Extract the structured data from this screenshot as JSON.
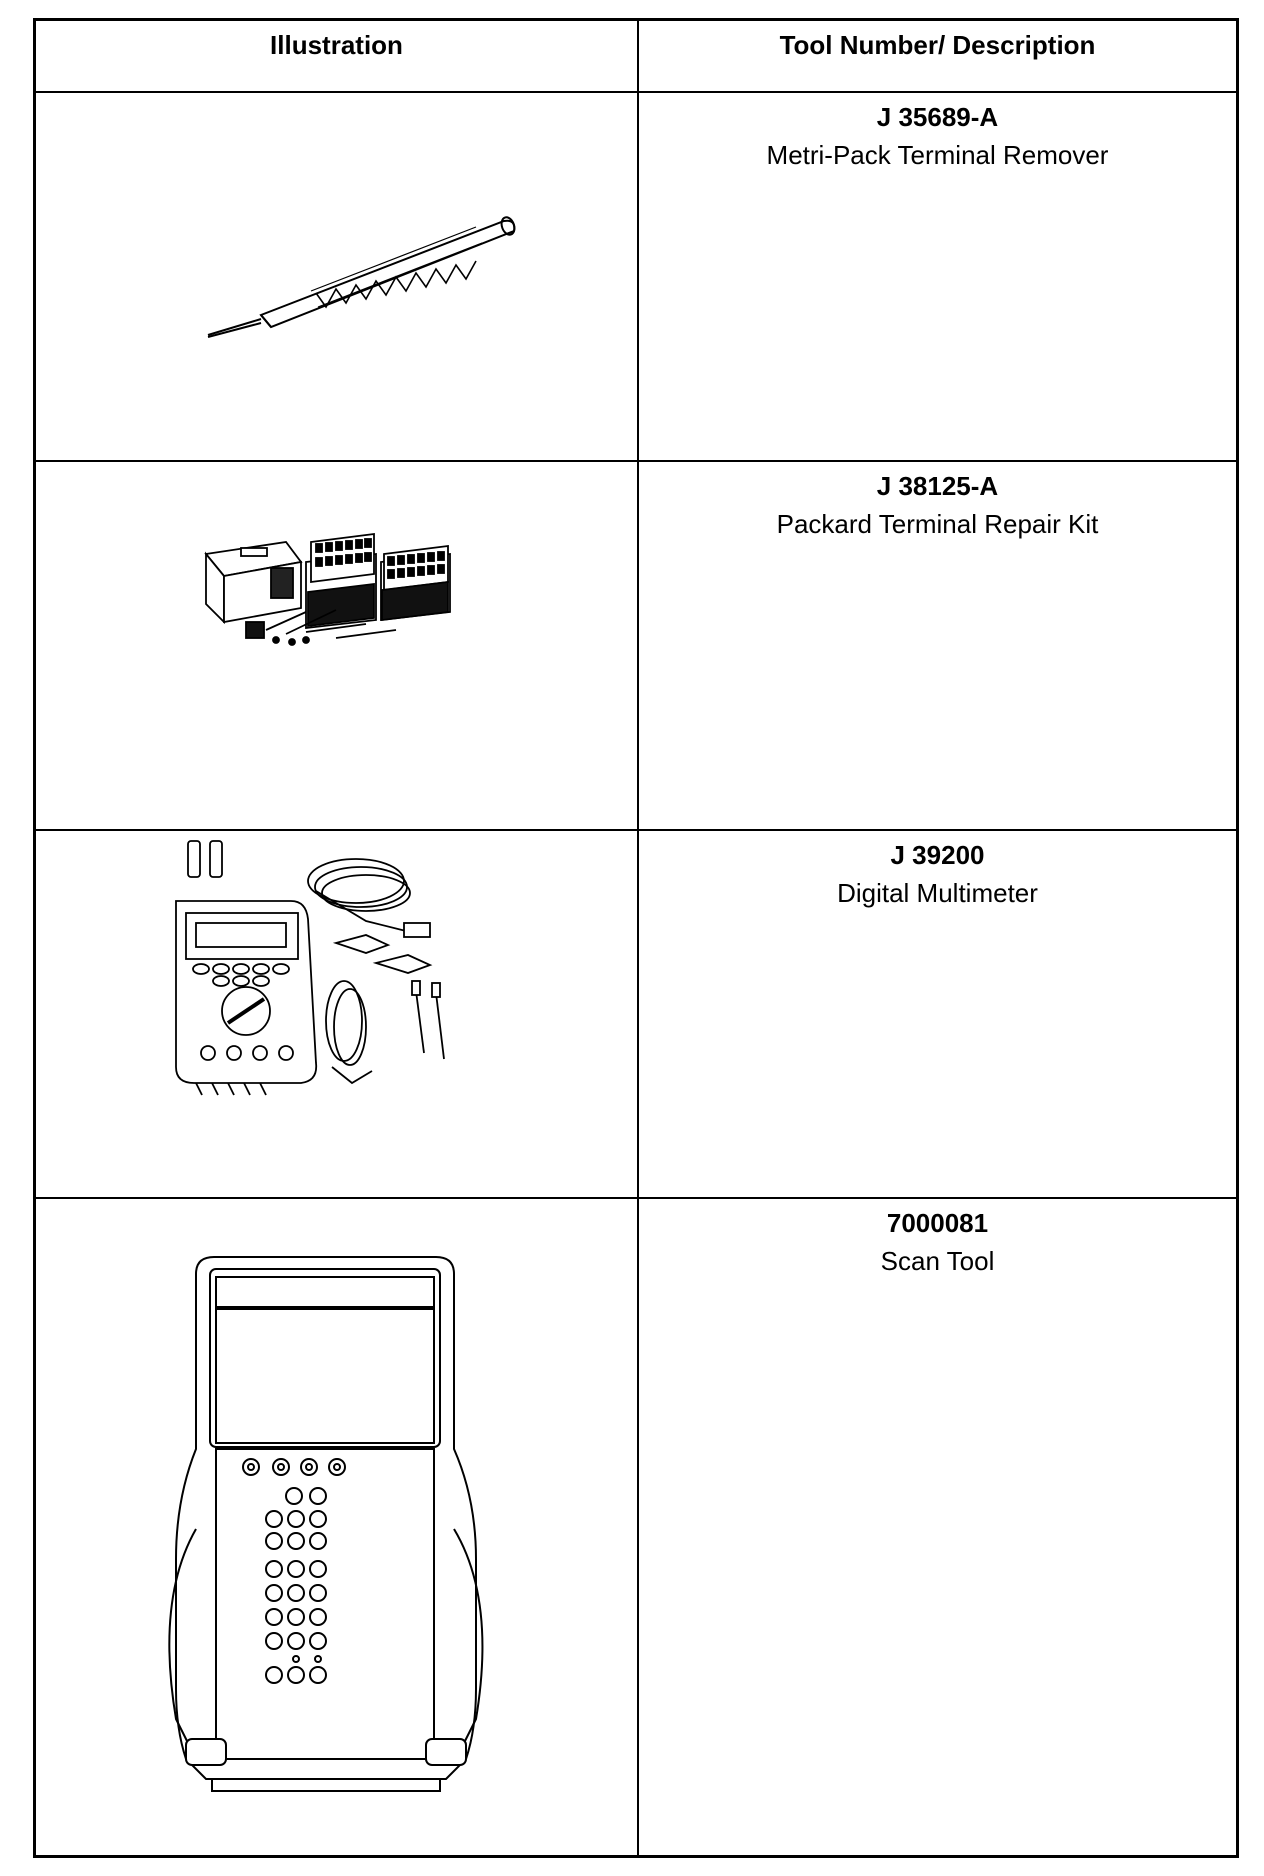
{
  "table": {
    "headers": {
      "illustration": "Illustration",
      "tool": "Tool Number/ Description"
    },
    "rows": [
      {
        "number": "J 35689-A",
        "description": "Metri-Pack Terminal Remover",
        "icon": "terminal-remover-illustration"
      },
      {
        "number": "J 38125-A",
        "description": "Packard Terminal Repair Kit",
        "icon": "terminal-repair-kit-illustration"
      },
      {
        "number": "J 39200",
        "description": "Digital Multimeter",
        "icon": "digital-multimeter-illustration"
      },
      {
        "number": "7000081",
        "description": "Scan Tool",
        "icon": "scan-tool-illustration"
      }
    ]
  }
}
